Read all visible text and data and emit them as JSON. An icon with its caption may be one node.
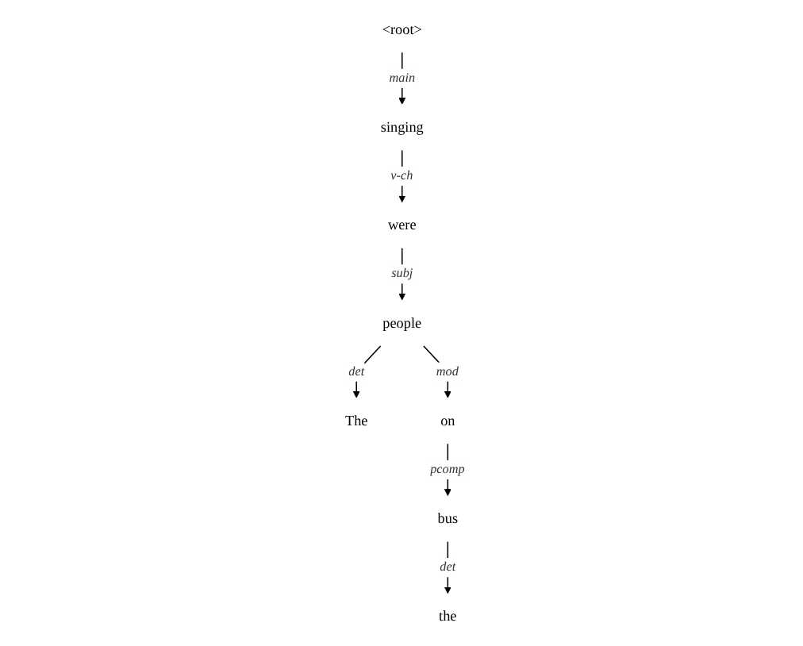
{
  "diagram": {
    "nodes": [
      {
        "text": [
          "<root>"
        ]
      },
      {
        "text": [
          "singing"
        ]
      },
      {
        "text": [
          "were"
        ]
      },
      {
        "text": [
          "people"
        ]
      },
      {
        "text": [
          "The"
        ]
      },
      {
        "text": [
          "on"
        ]
      },
      {
        "text": [
          "bus"
        ]
      },
      {
        "text": [
          "the"
        ]
      }
    ],
    "edges": [
      {
        "from": 0,
        "to": 1,
        "arrow": "to",
        "label": "main"
      },
      {
        "from": 1,
        "to": 2,
        "arrow": "to",
        "label": "v-ch"
      },
      {
        "from": 2,
        "to": 3,
        "arrow": "to",
        "label": "subj"
      },
      {
        "from": 3,
        "to": 4,
        "arrow": "to",
        "label": "det"
      },
      {
        "from": 3,
        "to": 5,
        "arrow": "to",
        "label": "mod"
      },
      {
        "from": 5,
        "to": 6,
        "arrow": "to",
        "label": "pcomp"
      },
      {
        "from": 6,
        "to": 7,
        "arrow": "to",
        "label": "det"
      }
    ]
  }
}
